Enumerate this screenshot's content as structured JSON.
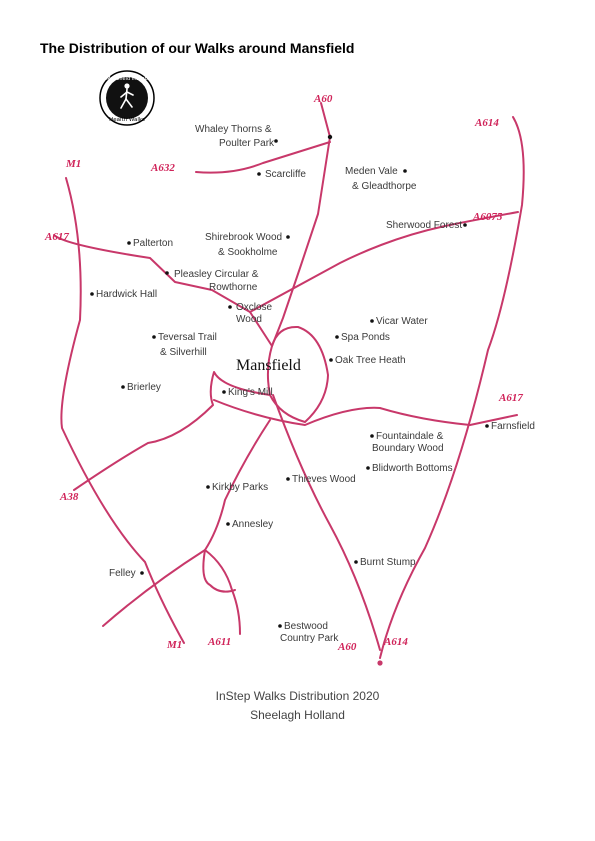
{
  "title": "The Distribution of our Walks around Mansfield",
  "logo": {
    "top_text": "Mansfield InStep",
    "bottom_text": "Health Walks"
  },
  "town": "Mansfield",
  "roads": {
    "a60_top": "A60",
    "a614_top": "A614",
    "m1_top": "M1",
    "a632": "A632",
    "a617_left": "A617",
    "a6075": "A6075",
    "a617_right": "A617",
    "a38": "A38",
    "m1_bottom": "M1",
    "a611": "A611",
    "a60_bottom": "A60",
    "a614_bottom": "A614"
  },
  "walks": [
    {
      "lines": [
        "Whaley Thorns &",
        "Poulter Park"
      ]
    },
    {
      "lines": [
        "Scarcliffe"
      ]
    },
    {
      "lines": [
        "Meden Vale",
        "& Gleadthorpe"
      ]
    },
    {
      "lines": [
        "Sherwood Forest"
      ]
    },
    {
      "lines": [
        "Palterton"
      ]
    },
    {
      "lines": [
        "Shirebrook Wood",
        "& Sookholme"
      ]
    },
    {
      "lines": [
        "Pleasley Circular &",
        "Rowthorne"
      ]
    },
    {
      "lines": [
        "Hardwick Hall"
      ]
    },
    {
      "lines": [
        "Oxclose",
        "Wood"
      ]
    },
    {
      "lines": [
        "Vicar Water"
      ]
    },
    {
      "lines": [
        "Teversal Trail",
        "& Silverhill"
      ]
    },
    {
      "lines": [
        "Spa Ponds"
      ]
    },
    {
      "lines": [
        "Oak Tree Heath"
      ]
    },
    {
      "lines": [
        "Brierley"
      ]
    },
    {
      "lines": [
        "King's Mill"
      ]
    },
    {
      "lines": [
        "Farnsfield"
      ]
    },
    {
      "lines": [
        "Fountaindale  &",
        "Boundary Wood"
      ]
    },
    {
      "lines": [
        "Blidworth Bottoms"
      ]
    },
    {
      "lines": [
        "Thieves Wood"
      ]
    },
    {
      "lines": [
        "Kirkby Parks"
      ]
    },
    {
      "lines": [
        "Annesley"
      ]
    },
    {
      "lines": [
        "Felley"
      ]
    },
    {
      "lines": [
        "Burnt Stump"
      ]
    },
    {
      "lines": [
        "Bestwood",
        "Country Park"
      ]
    }
  ],
  "footer": {
    "line1": "InStep Walks Distribution 2020",
    "line2": "Sheelagh Holland"
  },
  "colors": {
    "road": "#c8386a",
    "road_label": "#d0245a",
    "text": "#3a3a3a"
  }
}
